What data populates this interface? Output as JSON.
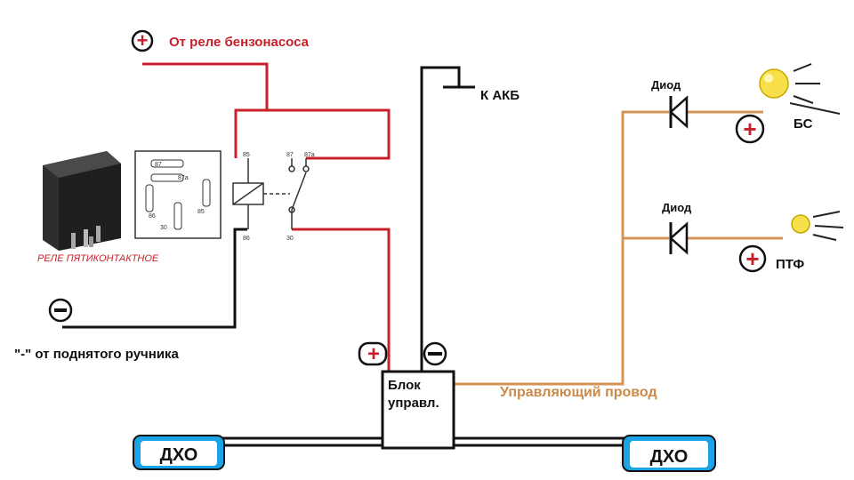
{
  "labels": {
    "fuel_pump": "От реле бензонасоса",
    "battery": "К АКБ",
    "diode_top": "Диод",
    "diode_bottom": "Диод",
    "bs": "БС",
    "ptf": "ПТФ",
    "relay_caption": "РЕЛЕ ПЯТИКОНТАКТНОЕ",
    "handbrake": "\"-\" от поднятого ручника",
    "block_line1": "Блок",
    "block_line2": "управл.",
    "control_wire": "Управляющий провод",
    "dho_left": "ДХО",
    "dho_right": "ДХО"
  },
  "relay_pins": {
    "p85": "85",
    "p86": "86",
    "p87": "87",
    "p87a": "87a",
    "p30": "30",
    "face_87": "87",
    "face_87a": "87a",
    "face_86": "86",
    "face_85": "85",
    "face_30": "30"
  },
  "symbols": {
    "plus": "+",
    "minus": "−"
  },
  "colors": {
    "positive_wire": "#c8202a",
    "ground_wire": "#111111",
    "control_wire": "#d49455",
    "control_text": "#c98a4a",
    "dho_badge": "#1ba3e8",
    "lamp": "#f7e04a"
  }
}
